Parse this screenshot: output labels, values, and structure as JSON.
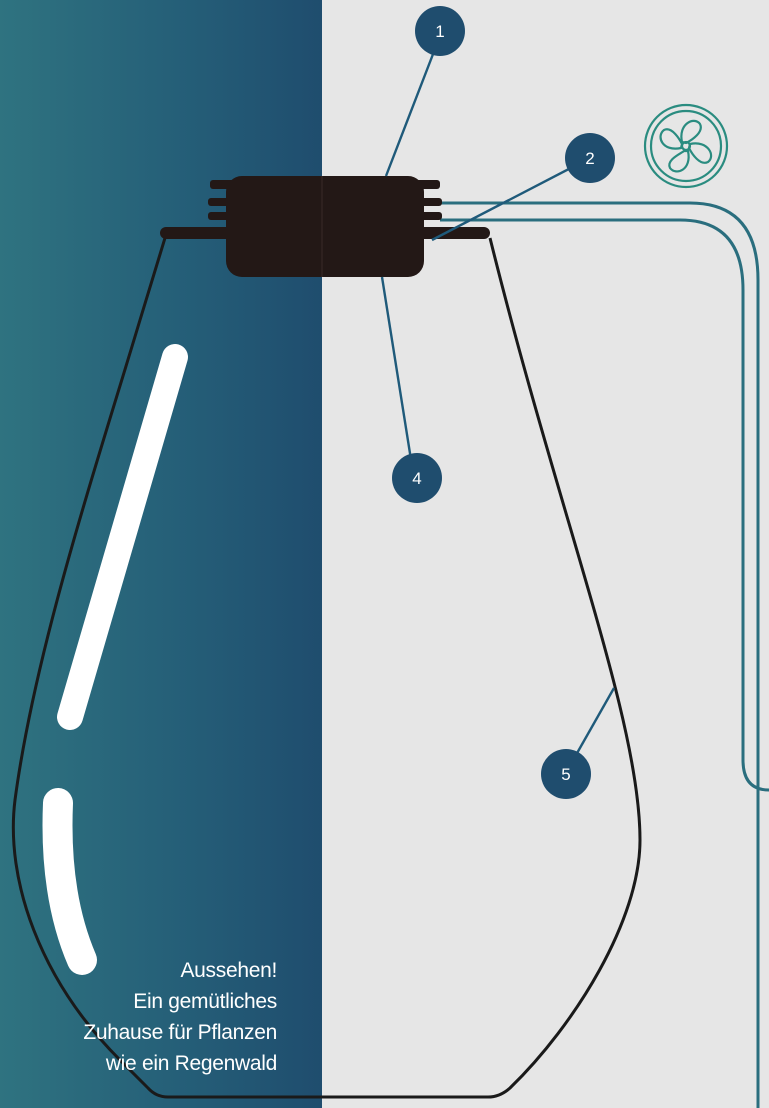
{
  "markers": [
    {
      "id": "1",
      "label": "1"
    },
    {
      "id": "2",
      "label": "2"
    },
    {
      "id": "4",
      "label": "4"
    },
    {
      "id": "5",
      "label": "5"
    }
  ],
  "tagline": {
    "lines": [
      "Aussehen!",
      "Ein gemütliches",
      "Zuhause für Pflanzen",
      "wie ein Regenwald"
    ]
  },
  "colors": {
    "marker_fill": "#1f4d6e",
    "leader_line": "#1f5a7a",
    "lid": "#231816",
    "glass_outline": "#1a1a1a",
    "fan_icon": "#2a8c80",
    "tube": "#2a6e7e",
    "panel_gradient_start": "#2f7380",
    "panel_gradient_end": "#1f4d6e"
  },
  "icons": [
    "fan-icon"
  ]
}
